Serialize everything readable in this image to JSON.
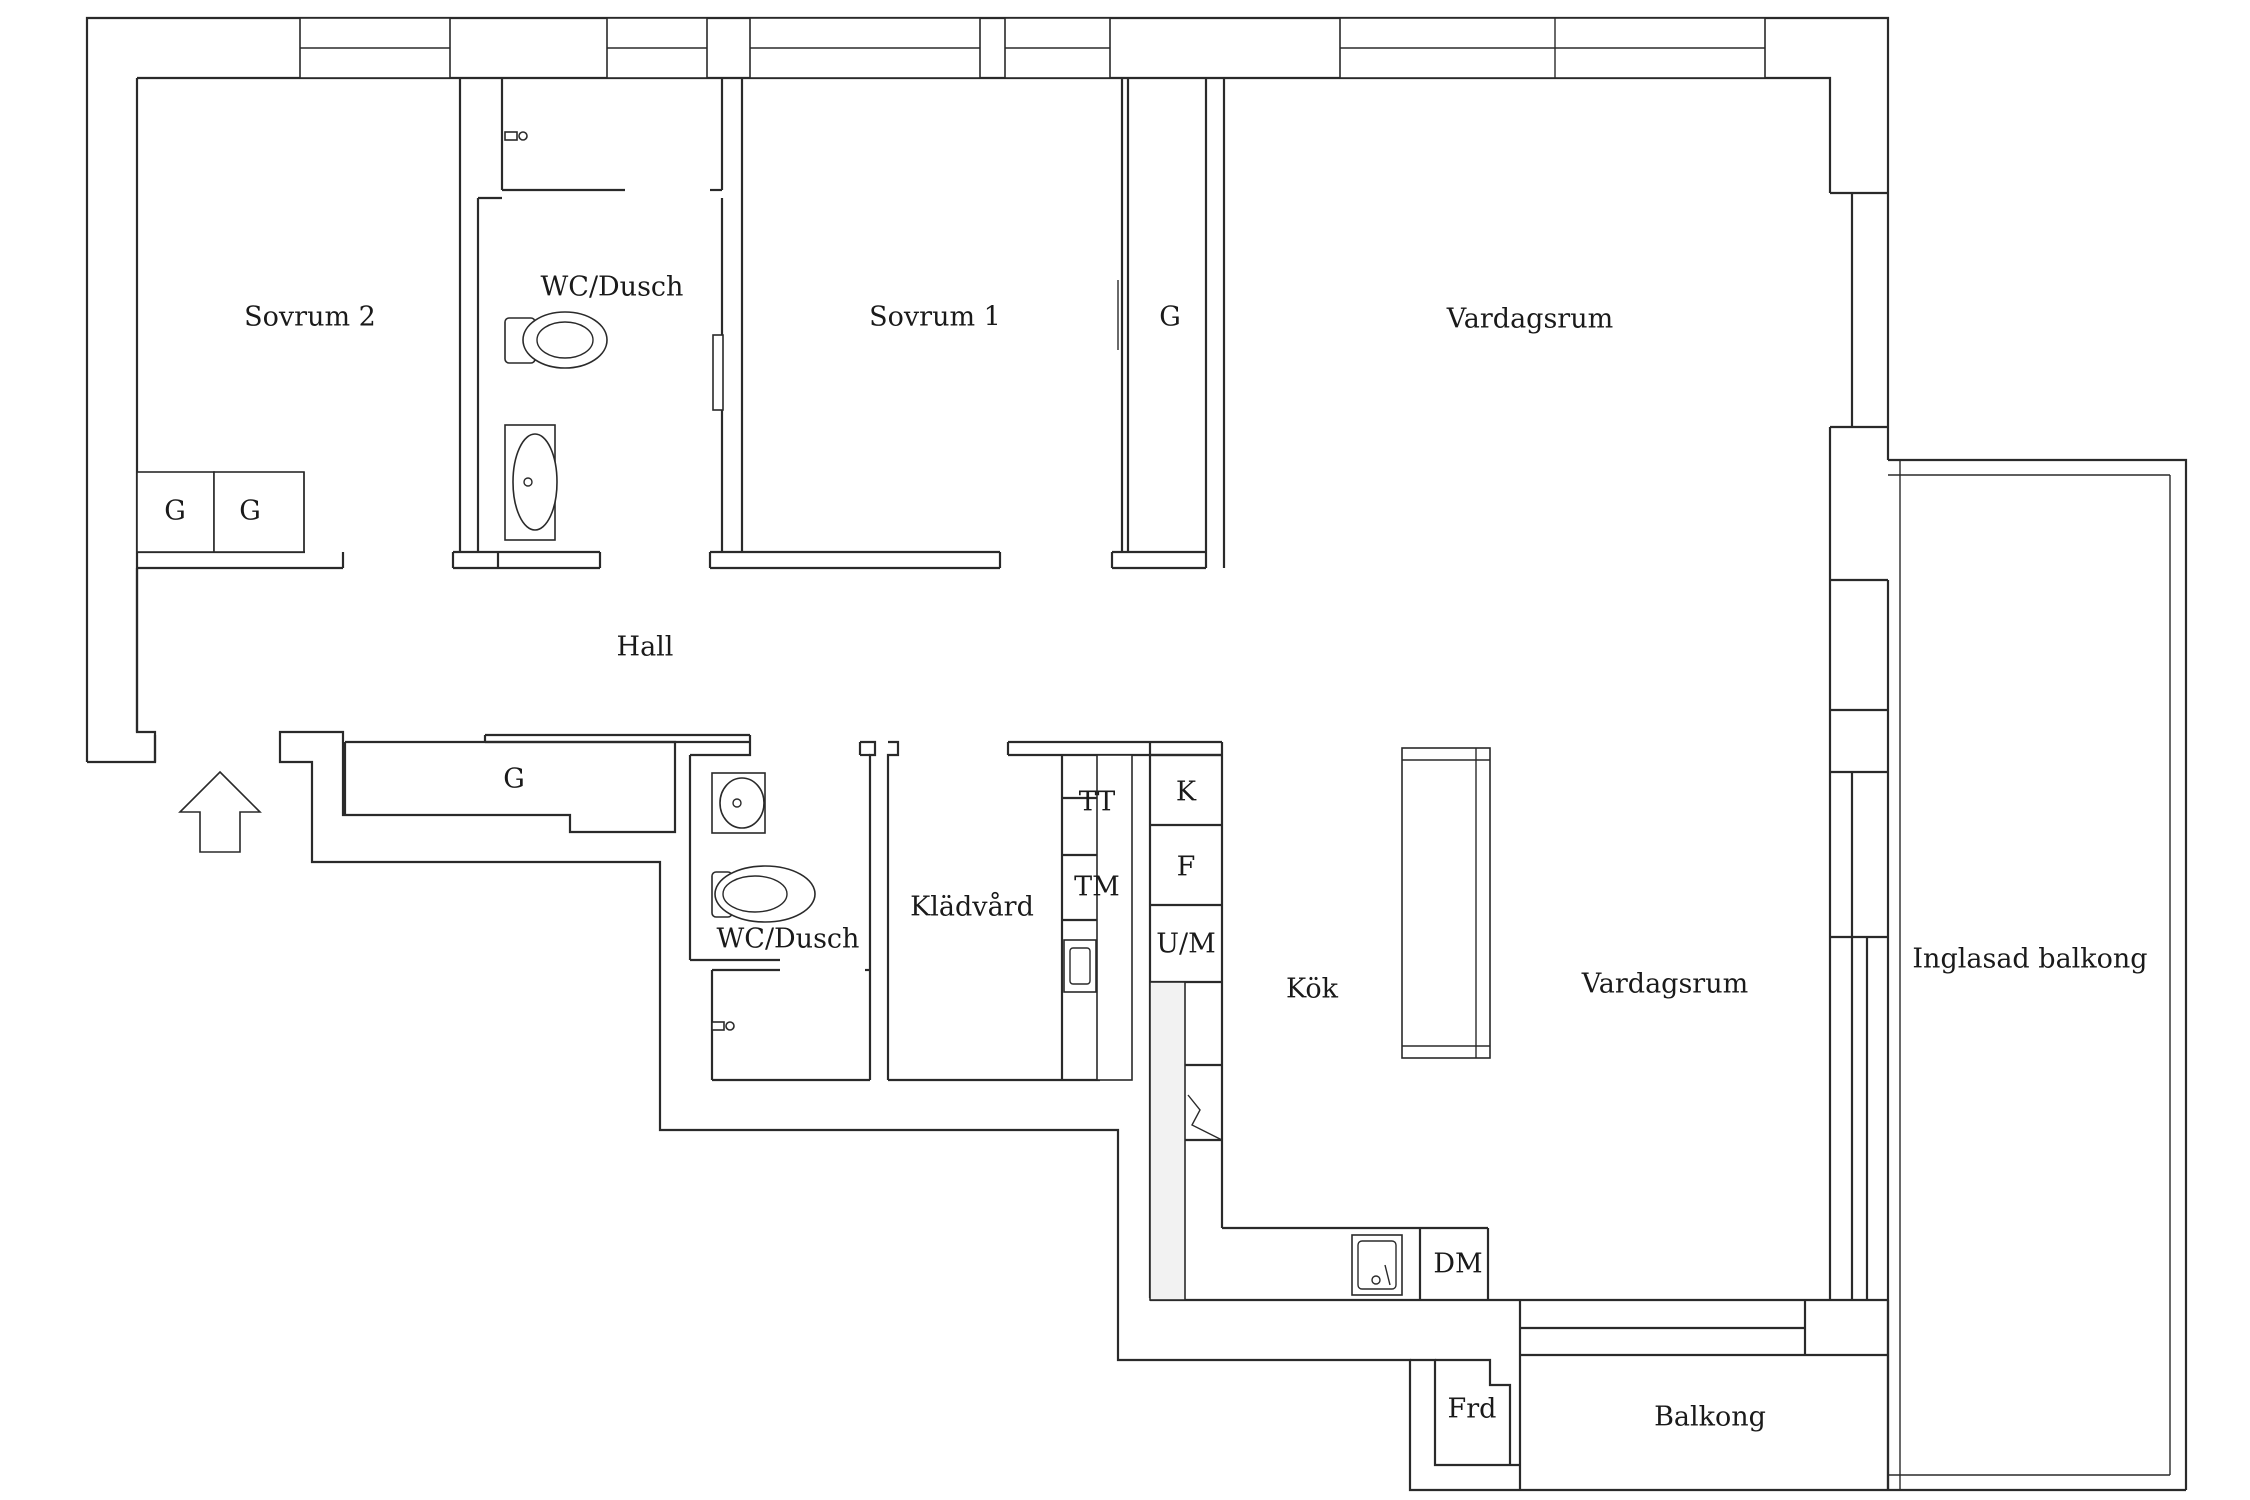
{
  "rooms": {
    "sovrum2": "Sovrum 2",
    "wc_dusch_top": "WC/Dusch",
    "sovrum1": "Sovrum 1",
    "vardagsrum_top": "Vardagsrum",
    "hall": "Hall",
    "wc_dusch_bottom": "WC/Dusch",
    "kladvard": "Klädvård",
    "kok": "Kök",
    "vardagsrum_bottom": "Vardagsrum",
    "inglasad_balkong": "Inglasad balkong",
    "balkong": "Balkong"
  },
  "storage": {
    "g_sovrum2_left": "G",
    "g_sovrum2_right": "G",
    "g_sovrum1": "G",
    "g_hall": "G",
    "frd": "Frd"
  },
  "appliances": {
    "tt": "TT",
    "tm": "TM",
    "k": "K",
    "f": "F",
    "um": "U/M",
    "dm": "DM"
  }
}
